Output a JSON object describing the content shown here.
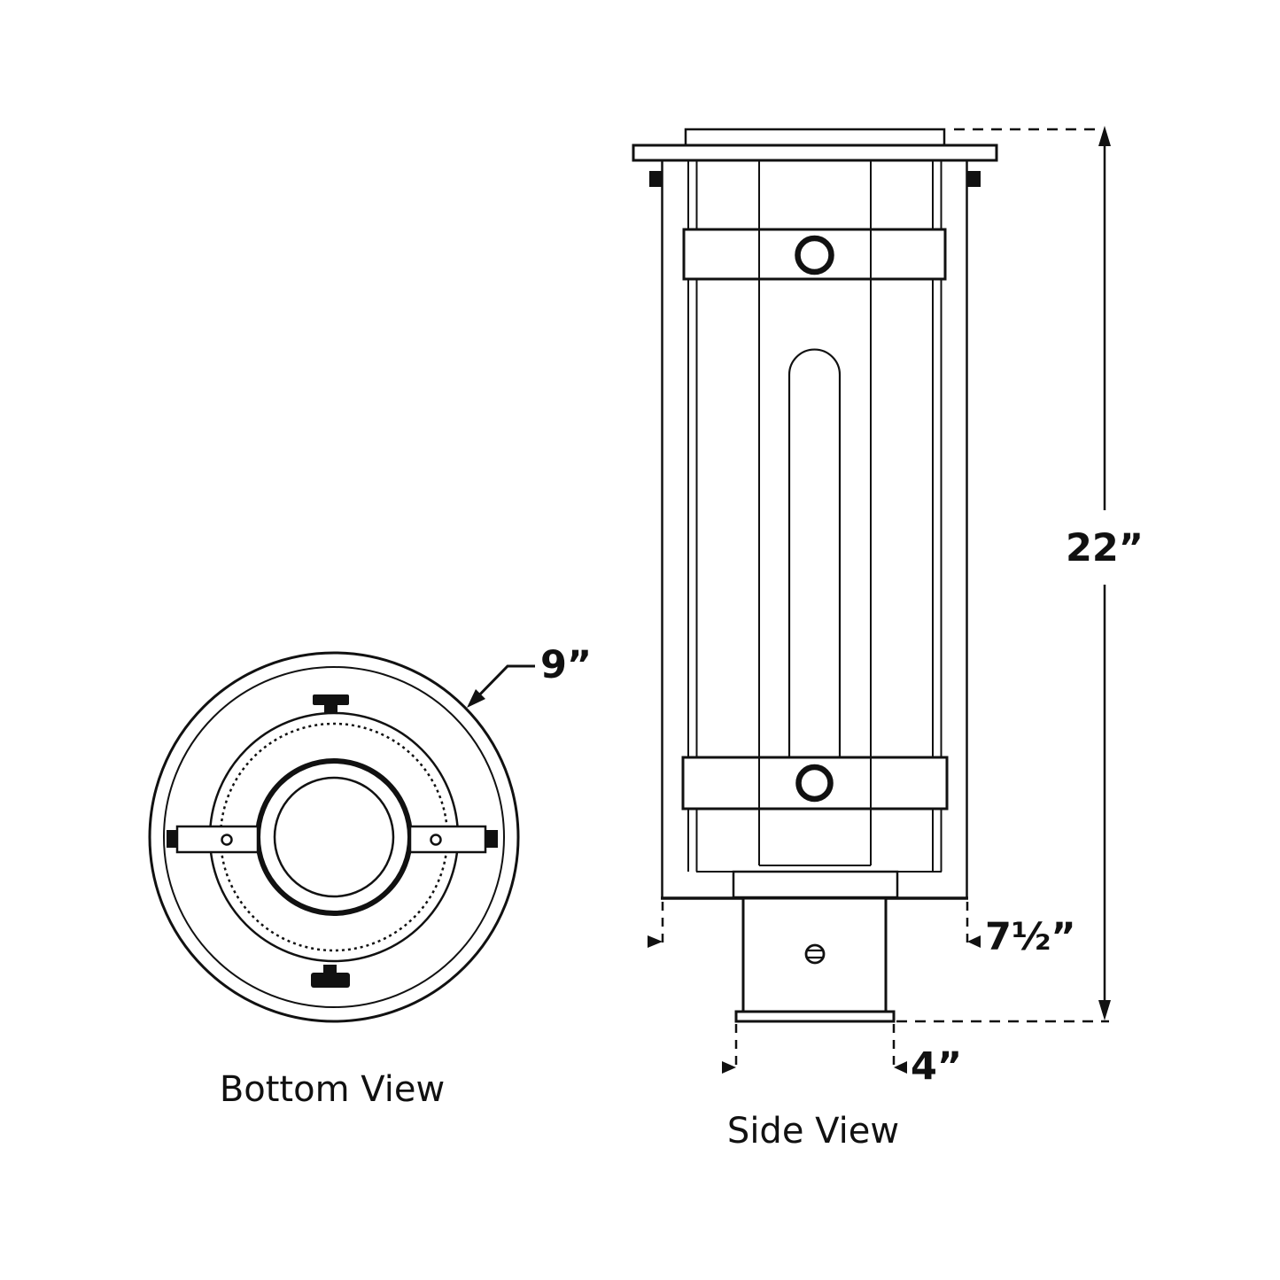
{
  "page": {
    "background_color": "#ffffff",
    "ink_color": "#111111",
    "type": "technical specification drawing",
    "subject": "cylindrical post-mount lantern fixture"
  },
  "views": {
    "bottom": {
      "label": "Bottom View"
    },
    "side": {
      "label": "Side View"
    }
  },
  "dimensions": {
    "diameter_label": "9”",
    "height_label": "22”",
    "body_width_label": "7½”",
    "fitter_width_label": "4”"
  }
}
